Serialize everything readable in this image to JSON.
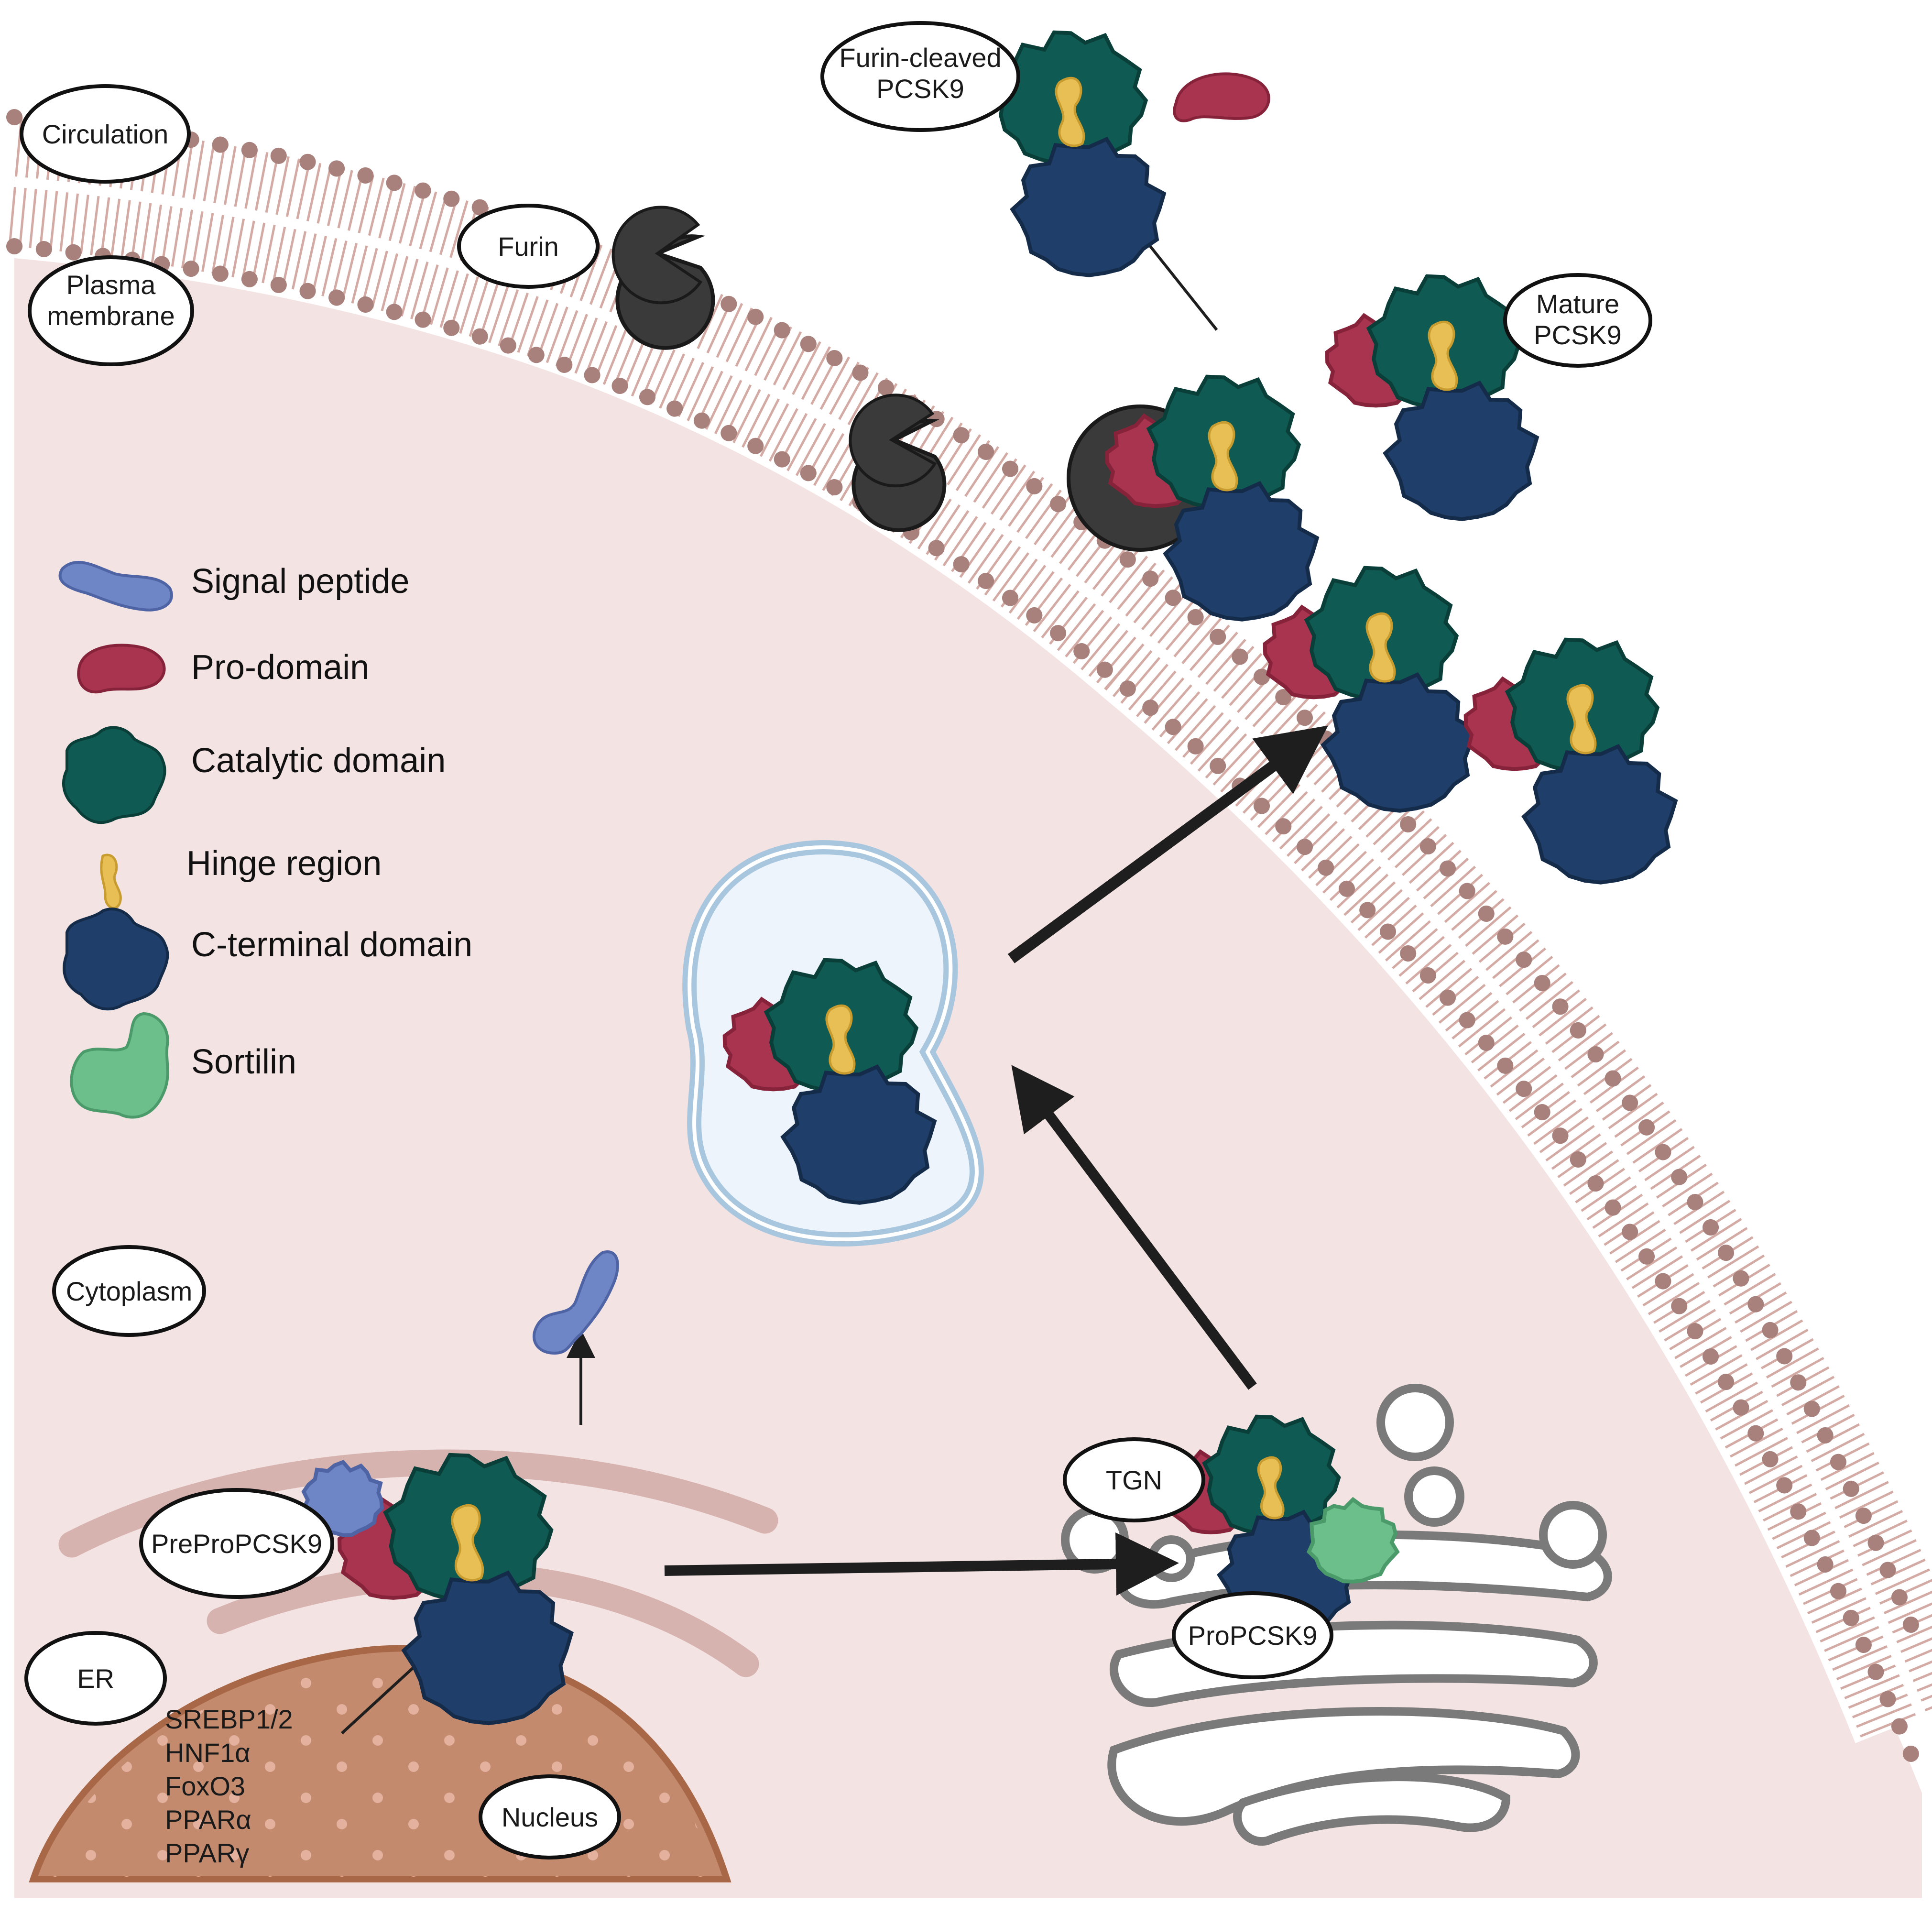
{
  "labels": {
    "circulation": "Circulation",
    "plasma_membrane_1": "Plasma",
    "plasma_membrane_2": "membrane",
    "furin": "Furin",
    "furin_cleaved_1": "Furin-cleaved",
    "furin_cleaved_2": "PCSK9",
    "mature_1": "Mature",
    "mature_2": "PCSK9",
    "cytoplasm": "Cytoplasm",
    "preprop": "PreProPCSK9",
    "er": "ER",
    "nucleus": "Nucleus",
    "tgn": "TGN",
    "propcsk9": "ProPCSK9"
  },
  "legend": [
    {
      "label": "Signal peptide",
      "icon": "signal-peptide-icon",
      "color": "#6f86c6"
    },
    {
      "label": "Pro-domain",
      "icon": "pro-domain-icon",
      "color": "#a8344f"
    },
    {
      "label": "Catalytic domain",
      "icon": "catalytic-domain-icon",
      "color": "#0f5a52"
    },
    {
      "label": "Hinge region",
      "icon": "hinge-region-icon",
      "color": "#e8bf55"
    },
    {
      "label": "C-terminal domain",
      "icon": "c-terminal-domain-icon",
      "color": "#1f3f6a"
    },
    {
      "label": "Sortilin",
      "icon": "sortilin-icon",
      "color": "#6cbf8a"
    }
  ],
  "transcription_factors": [
    "SREBP1/2",
    "HNF1α",
    "FoxO3",
    "PPARα",
    "PPARγ"
  ],
  "colors": {
    "cytoplasm": "#f3e3e3",
    "membrane_head": "#a8817c",
    "membrane_tail": "#c9a19b",
    "nucleus": "#c38a6e",
    "nucleus_edge": "#a86848",
    "er": "#d7b3b0",
    "golgi_edge": "#7a7a7a",
    "vesicle": "#a9c6df",
    "furin": "#3a3a3a"
  }
}
